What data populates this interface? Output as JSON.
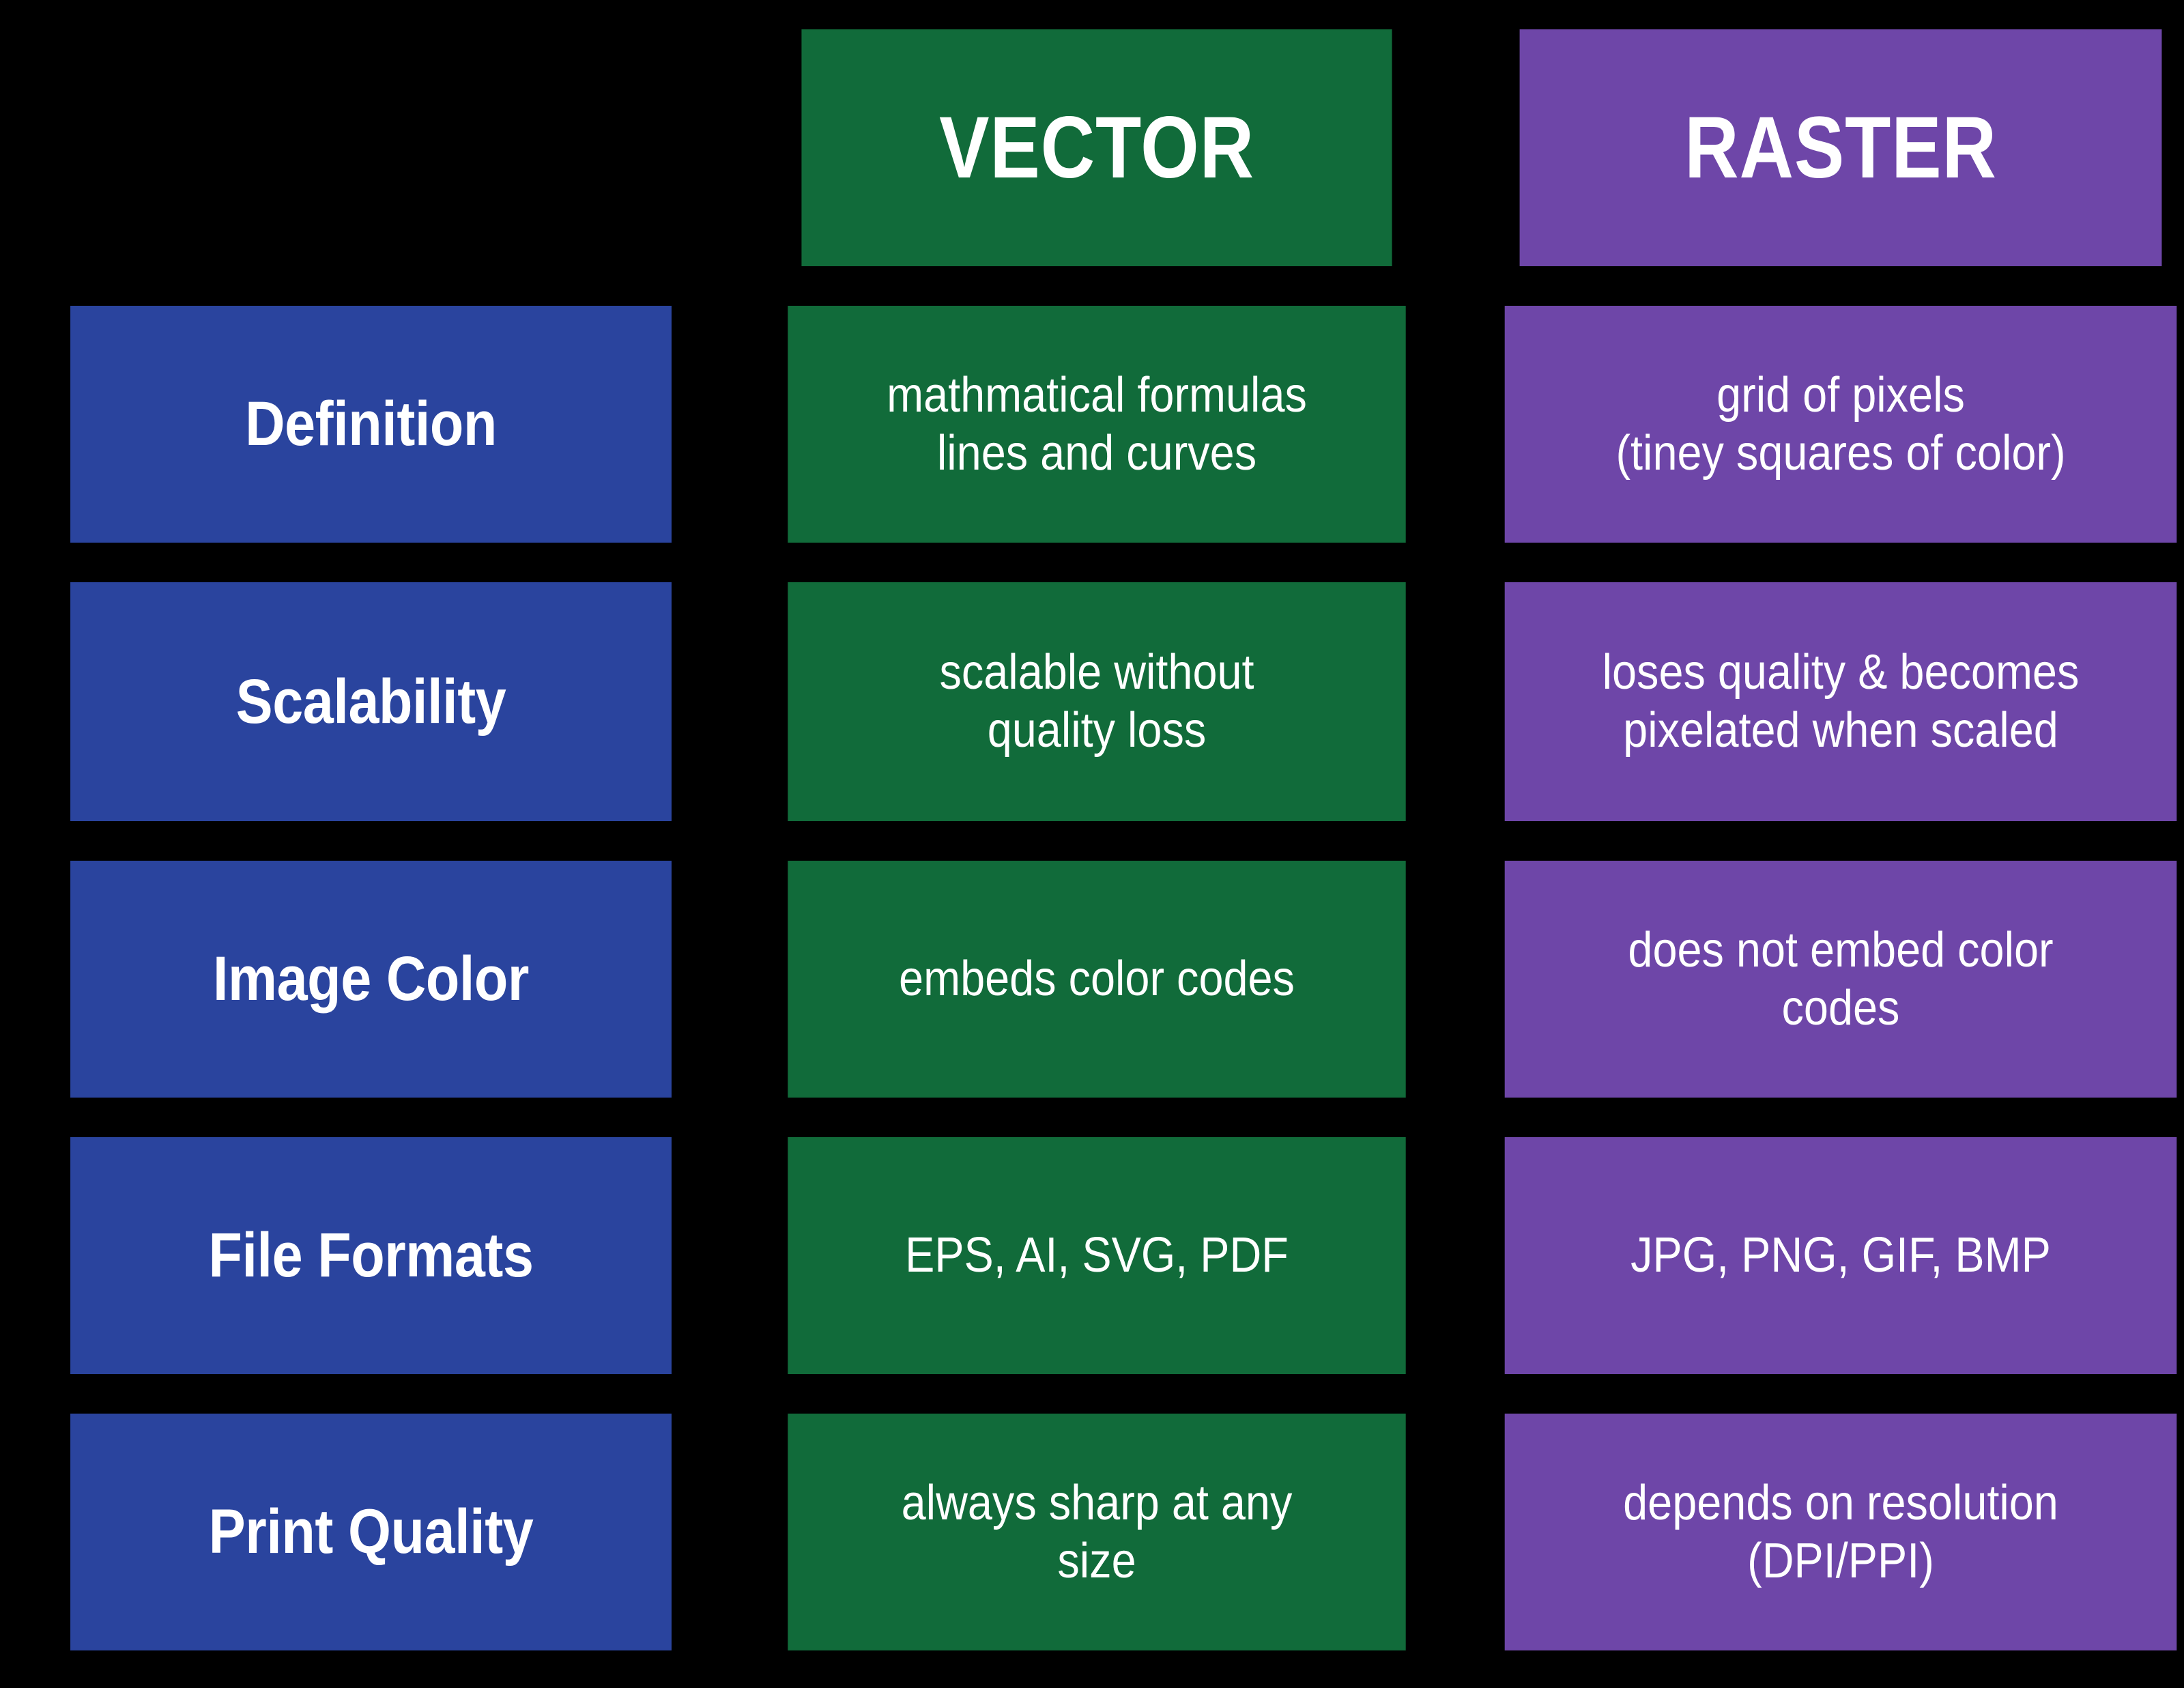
{
  "table": {
    "background_color": "#000000",
    "label_color": "#2a449e",
    "vector_color": "#116b3a",
    "raster_color": "#6e46a8",
    "text_color": "#ffffff",
    "headers": {
      "row_label_header": "",
      "vector": "VECTOR",
      "raster": "RASTER"
    },
    "rows": [
      {
        "label": "Definition",
        "vector": {
          "line1": "mathmatical formulas",
          "line2": "lines and curves"
        },
        "raster": {
          "line1": "grid of pixels",
          "line2": "(tiney squares of color)"
        }
      },
      {
        "label": "Scalability",
        "vector": {
          "line1": "scalable without",
          "line2": "quality loss"
        },
        "raster": {
          "line1": "loses quality & becomes",
          "line2": "pixelated when scaled"
        }
      },
      {
        "label": "Image Color",
        "vector": {
          "line1": "embeds color codes",
          "line2": ""
        },
        "raster": {
          "line1": "does not embed color",
          "line2": "codes"
        }
      },
      {
        "label": "File Formats",
        "vector": {
          "line1": "EPS, AI, SVG, PDF",
          "line2": ""
        },
        "raster": {
          "line1": "JPG, PNG, GIF, BMP",
          "line2": ""
        }
      },
      {
        "label": "Print Quality",
        "vector": {
          "line1": "always sharp at any",
          "line2": "size"
        },
        "raster": {
          "line1": "depends on resolution",
          "line2": "(DPI/PPI)"
        }
      }
    ]
  }
}
